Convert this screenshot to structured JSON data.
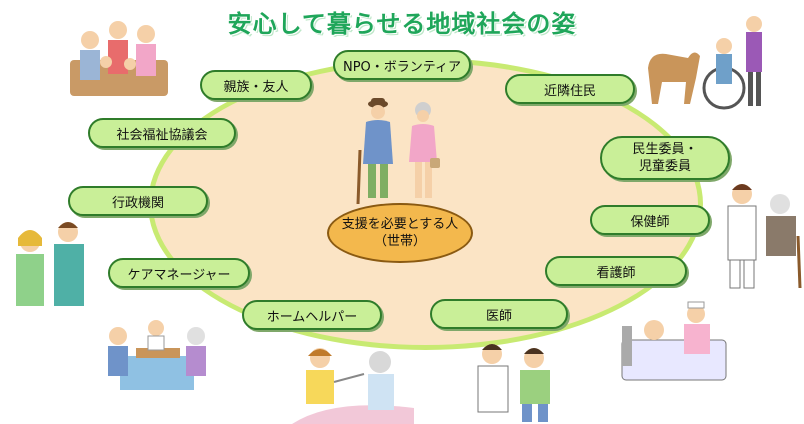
{
  "title": "安心して暮らせる地域社会の姿",
  "center": {
    "line1": "支援を必要とする人",
    "line2": "（世帯）"
  },
  "nodes": [
    {
      "label": "NPO・ボランティア"
    },
    {
      "label": "近隣住民"
    },
    {
      "label": "民生委員・",
      "label2": "児童委員"
    },
    {
      "label": "保健師"
    },
    {
      "label": "看護師"
    },
    {
      "label": "医師"
    },
    {
      "label": "ホームヘルパー"
    },
    {
      "label": "ケアマネージャー"
    },
    {
      "label": "行政機関"
    },
    {
      "label": "社会福祉協議会"
    },
    {
      "label": "親族・友人"
    }
  ]
}
